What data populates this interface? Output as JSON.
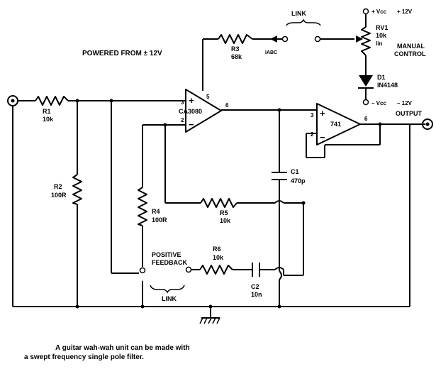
{
  "title_note": "POWERED FROM ± 12V",
  "caption": {
    "line1": "A guitar wah-wah unit can be made with",
    "line2": "a swept frequency single pole filter."
  },
  "components": {
    "r1": {
      "ref": "R1",
      "value": "10k"
    },
    "r2": {
      "ref": "R2",
      "value": "100R"
    },
    "r3": {
      "ref": "R3",
      "value": "68k"
    },
    "r4": {
      "ref": "R4",
      "value": "100R"
    },
    "r5": {
      "ref": "R5",
      "value": "10k"
    },
    "r6": {
      "ref": "R6",
      "value": "10k"
    },
    "c1": {
      "ref": "C1",
      "value": "470p"
    },
    "c2": {
      "ref": "C2",
      "value": "10n"
    },
    "rv1": {
      "ref": "RV1",
      "value": "10k",
      "type": "lin"
    },
    "d1": {
      "ref": "D1",
      "value": "IN4148"
    },
    "ic1": {
      "ref": "CA3080",
      "pin_plus": "+",
      "pin_minus": "−",
      "pin3": "3",
      "pin2": "2",
      "pin5": "5",
      "pin6": "6"
    },
    "ic2": {
      "ref": "741",
      "pin_plus": "+",
      "pin_minus": "−",
      "pin3": "3",
      "pin2": "2",
      "pin6": "6"
    }
  },
  "labels": {
    "iabc": "IABC",
    "link_top": "LINK",
    "link_bottom": "LINK",
    "vcc_pos": "+ Vcc",
    "vcc_pos_value": "+ 12V",
    "vcc_neg": "– Vcc",
    "vcc_neg_value": "– 12V",
    "manual": "MANUAL",
    "control": "CONTROL",
    "output": "OUTPUT",
    "positive": "POSITIVE",
    "feedback": "FEEDBACK"
  }
}
